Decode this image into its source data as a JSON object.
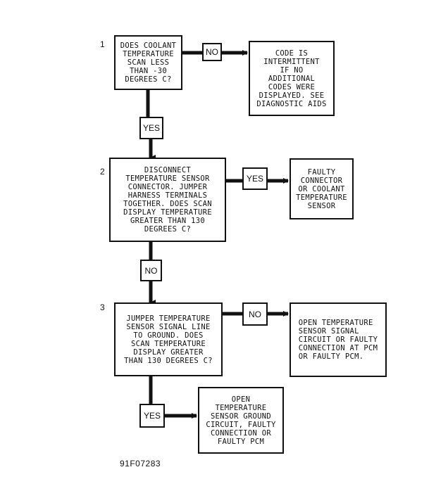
{
  "steps": [
    {
      "number": "1",
      "question": "DOES COOLANT\nTEMPERATURE\nSCAN LESS\nTHAN -30\nDEGREES C?",
      "branch_side": "NO",
      "side_result": "CODE IS\nINTERMITTENT\nIF NO\nADDITIONAL\nCODES WERE\nDISPLAYED. SEE\nDIAGNOSTIC AIDS",
      "branch_down": "YES"
    },
    {
      "number": "2",
      "question": "DISCONNECT\nTEMPERATURE SENSOR\nCONNECTOR. JUMPER\nHARNESS TERMINALS\nTOGETHER. DOES SCAN\nDISPLAY TEMPERATURE\nGREATER THAN 130\nDEGREES C?",
      "branch_side": "YES",
      "side_result": "FAULTY\nCONNECTOR\nOR COOLANT\nTEMPERATURE\nSENSOR",
      "branch_down": "NO"
    },
    {
      "number": "3",
      "question": "JUMPER TEMPERATURE\nSENSOR SIGNAL LINE\nTO GROUND. DOES\nSCAN TEMPERATURE\nDISPLAY GREATER\nTHAN 130 DEGREES C?",
      "branch_side": "NO",
      "side_result": "OPEN TEMPERATURE\nSENSOR SIGNAL\nCIRCUIT OR FAULTY\nCONNECTION AT PCM\nOR FAULTY PCM.",
      "branch_down": "YES",
      "down_result": "OPEN\nTEMPERATURE\nSENSOR GROUND\nCIRCUIT, FAULTY\nCONNECTION OR\nFAULTY PCM"
    }
  ],
  "figure_id": "91F07283"
}
